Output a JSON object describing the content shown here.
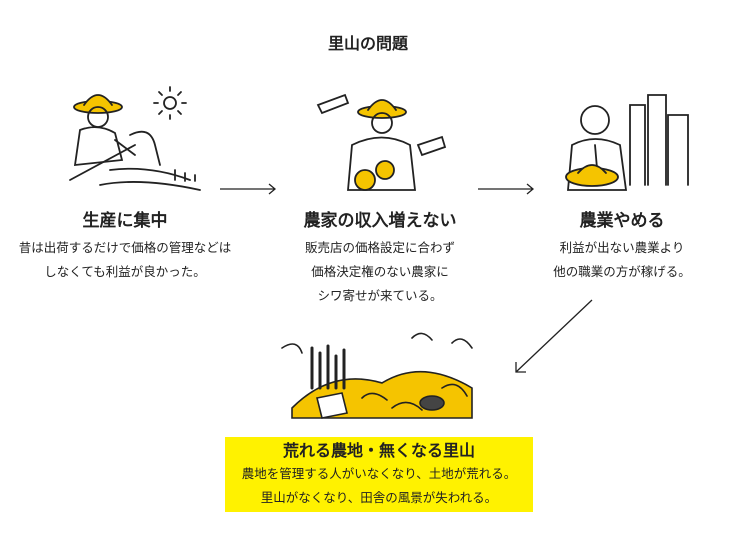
{
  "title": "里山の問題",
  "steps": [
    {
      "heading": "生産に集中",
      "lines": [
        "昔は出荷するだけで価格の管理などは",
        "しなくても利益が良かった。"
      ]
    },
    {
      "heading": "農家の収入増えない",
      "lines": [
        "販売店の価格設定に合わず",
        "価格決定権のない農家に",
        "シワ寄せが来ている。"
      ]
    },
    {
      "heading": "農業やめる",
      "lines": [
        "利益が出ない農業より",
        "他の職業の方が稼げる。"
      ]
    }
  ],
  "result": {
    "heading": "荒れる農地・無くなる里山",
    "lines": [
      "農地を管理する人がいなくなり、土地が荒れる。",
      "里山がなくなり、田舎の風景が失われる。"
    ]
  },
  "colors": {
    "accent": "#fff200",
    "illustration_yellow": "#f5c400",
    "ink": "#222222"
  }
}
